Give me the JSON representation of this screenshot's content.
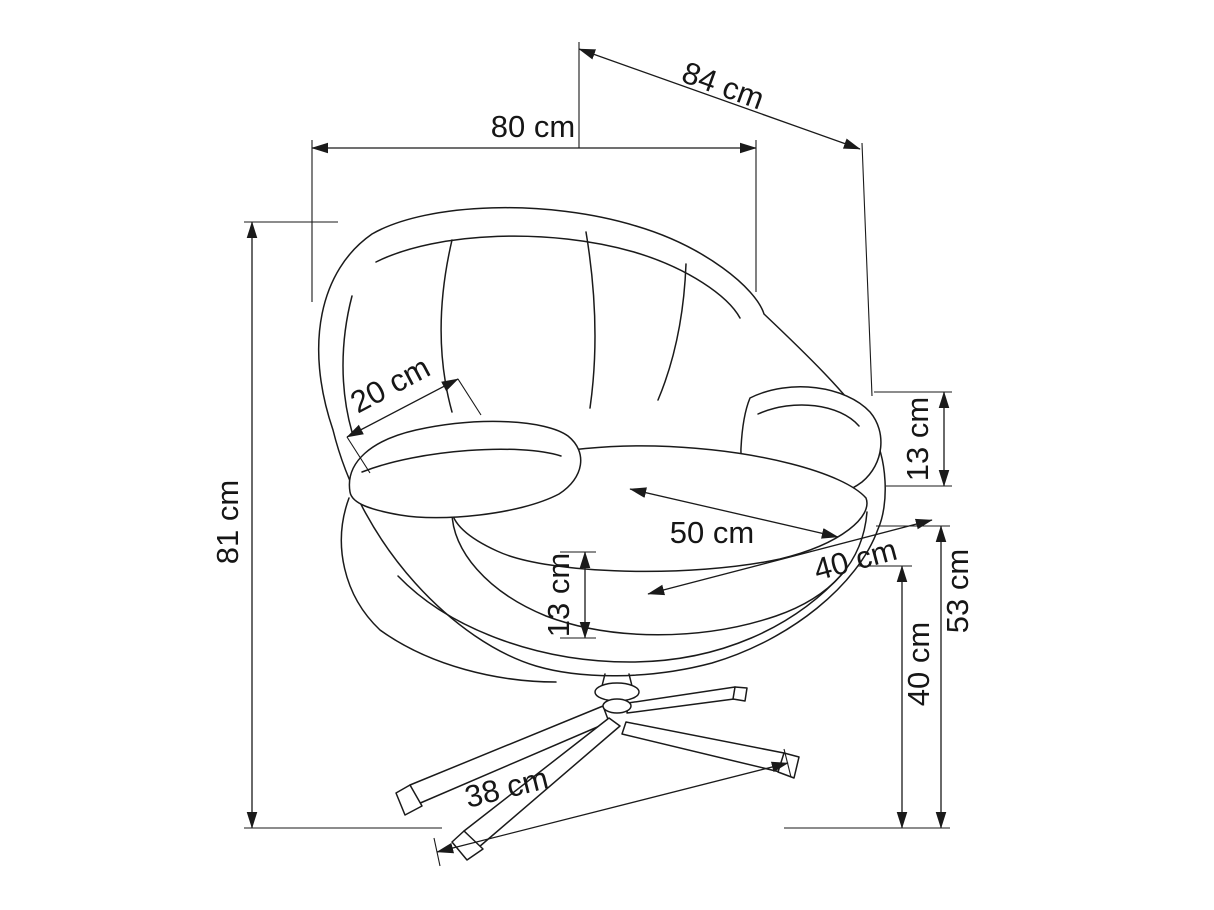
{
  "diagram": {
    "background": "#ffffff",
    "line_color": "#1a1a1a",
    "labels": {
      "width_overall": "80 cm",
      "depth_overall": "84 cm",
      "height_overall": "81 cm",
      "armrest_width": "20 cm",
      "backrest_thickness": "13 cm",
      "seat_width": "50 cm",
      "seat_depth": "40 cm",
      "seat_cushion_thickness": "13 cm",
      "back_height": "53 cm",
      "seat_height": "40 cm",
      "base_width": "38 cm"
    }
  }
}
